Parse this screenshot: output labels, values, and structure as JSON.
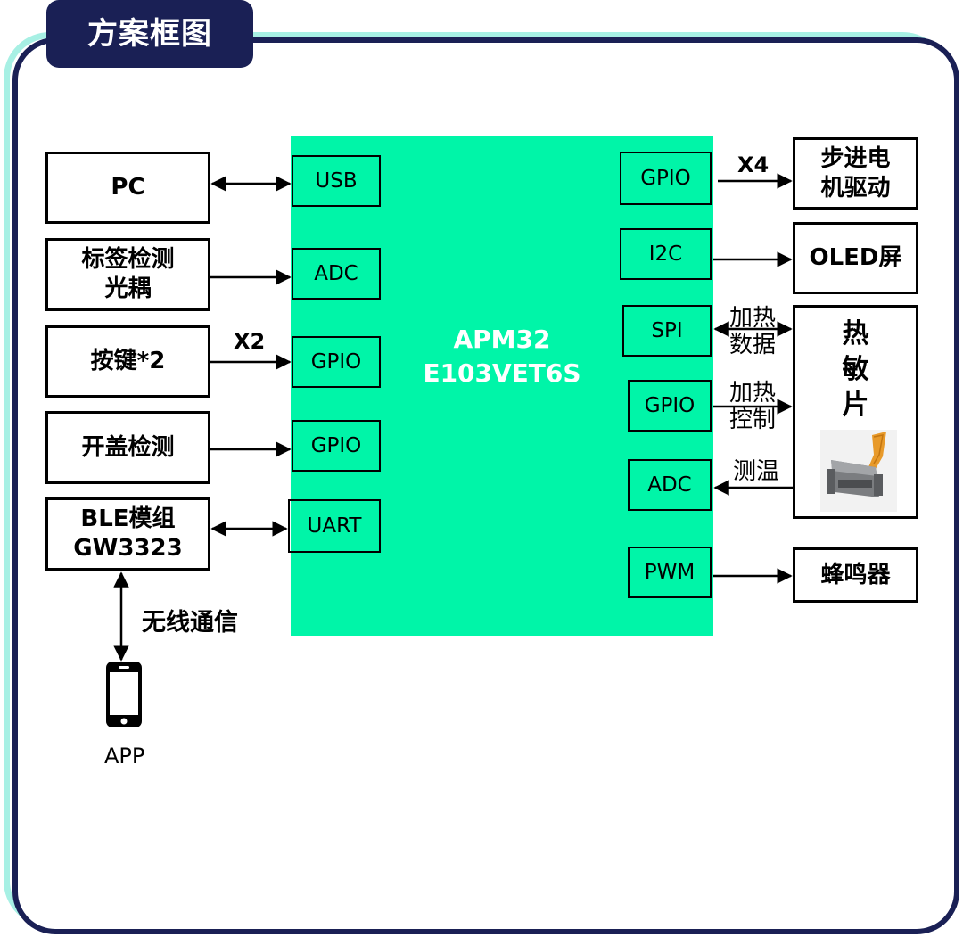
{
  "title": "方案框图",
  "mcu": {
    "line1": "APM32",
    "line2": "E103VET6S"
  },
  "left_blocks": {
    "pc": "PC",
    "label_sensor": "标签检测\n光耦",
    "keys": "按键*2",
    "lid": "开盖检测",
    "ble": "BLE模组\nGW3323"
  },
  "left_ports": {
    "usb": "USB",
    "adc": "ADC",
    "gpio1": "GPIO",
    "gpio2": "GPIO",
    "uart": "UART"
  },
  "right_ports": {
    "gpio_motor": "GPIO",
    "i2c": "I2C",
    "spi": "SPI",
    "gpio_heat": "GPIO",
    "adc": "ADC",
    "pwm": "PWM"
  },
  "right_blocks": {
    "motor": "步进电\n机驱动",
    "oled": "OLED屏",
    "thermal": "热\n敏\n片",
    "buzzer": "蜂鸣器"
  },
  "edge_labels": {
    "x2": "X2",
    "x4": "X4",
    "heat_data": "加热\n数据",
    "heat_ctrl": "加热\n控制",
    "temp": "测温",
    "wireless": "无线通信",
    "app": "APP"
  },
  "icons": [
    "phone-icon",
    "thermal-printer-mechanism-icon"
  ],
  "colors": {
    "navy": "#1a2055",
    "teal_frame": "#a7f0e4",
    "mcu_fill": "#00f5a8"
  }
}
